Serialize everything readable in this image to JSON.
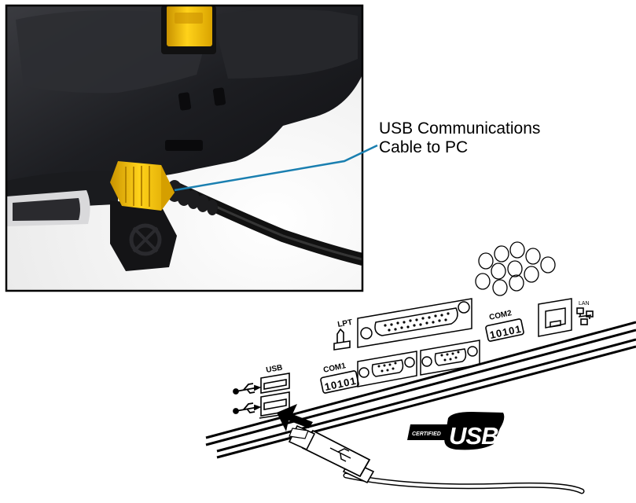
{
  "callout": {
    "line1": "USB Communications",
    "line2": "Cable to PC"
  },
  "ports": {
    "lpt": "LPT",
    "com1": "COM1",
    "com2": "COM2",
    "usb": "USB",
    "lan": "LAN",
    "serial_glyph": "10101"
  },
  "logo": {
    "certified": "CERTIFIED",
    "usb": "USB"
  },
  "colors": {
    "photo_bg": "#f2f2f2",
    "printer_body": "#1f1f22",
    "latch_yellow": "#f5c20d",
    "leader_line": "#1a7fb0"
  }
}
